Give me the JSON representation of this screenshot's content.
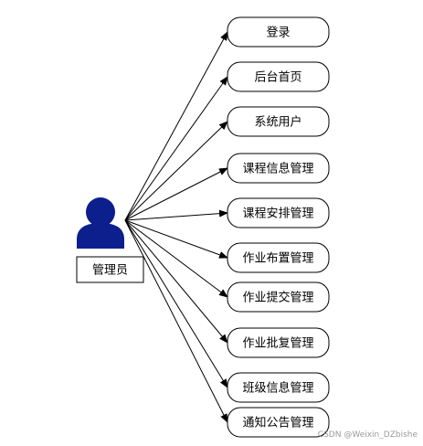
{
  "actor": {
    "label": "管理员",
    "icon": "user-icon",
    "color": "#0d1f8c"
  },
  "use_cases": [
    {
      "id": "login",
      "label": "登录"
    },
    {
      "id": "admin-home",
      "label": "后台首页"
    },
    {
      "id": "system-users",
      "label": "系统用户"
    },
    {
      "id": "course-info-mgmt",
      "label": "课程信息管理"
    },
    {
      "id": "course-schedule-mgmt",
      "label": "课程安排管理"
    },
    {
      "id": "assignment-publish-mgmt",
      "label": "作业布置管理"
    },
    {
      "id": "assignment-submit-mgmt",
      "label": "作业提交管理"
    },
    {
      "id": "assignment-grading-mgmt",
      "label": "作业批复管理"
    },
    {
      "id": "class-info-mgmt",
      "label": "班级信息管理"
    },
    {
      "id": "notice-mgmt",
      "label": "通知公告管理"
    }
  ],
  "watermark": "CSDN @Weixin_DZbishe"
}
